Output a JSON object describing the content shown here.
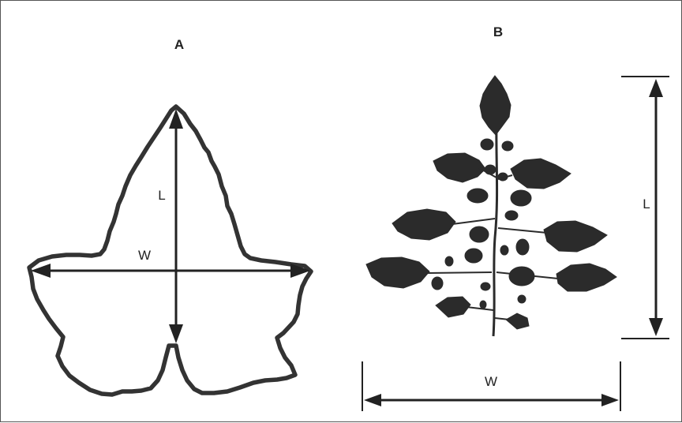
{
  "panels": [
    {
      "label": "A",
      "length_label": "L",
      "width_label": "W"
    },
    {
      "label": "B",
      "length_label": "L",
      "width_label": "W"
    }
  ],
  "colors": {
    "outline": "#333333",
    "leaf": "#2b2b2b",
    "background": "#ffffff"
  }
}
